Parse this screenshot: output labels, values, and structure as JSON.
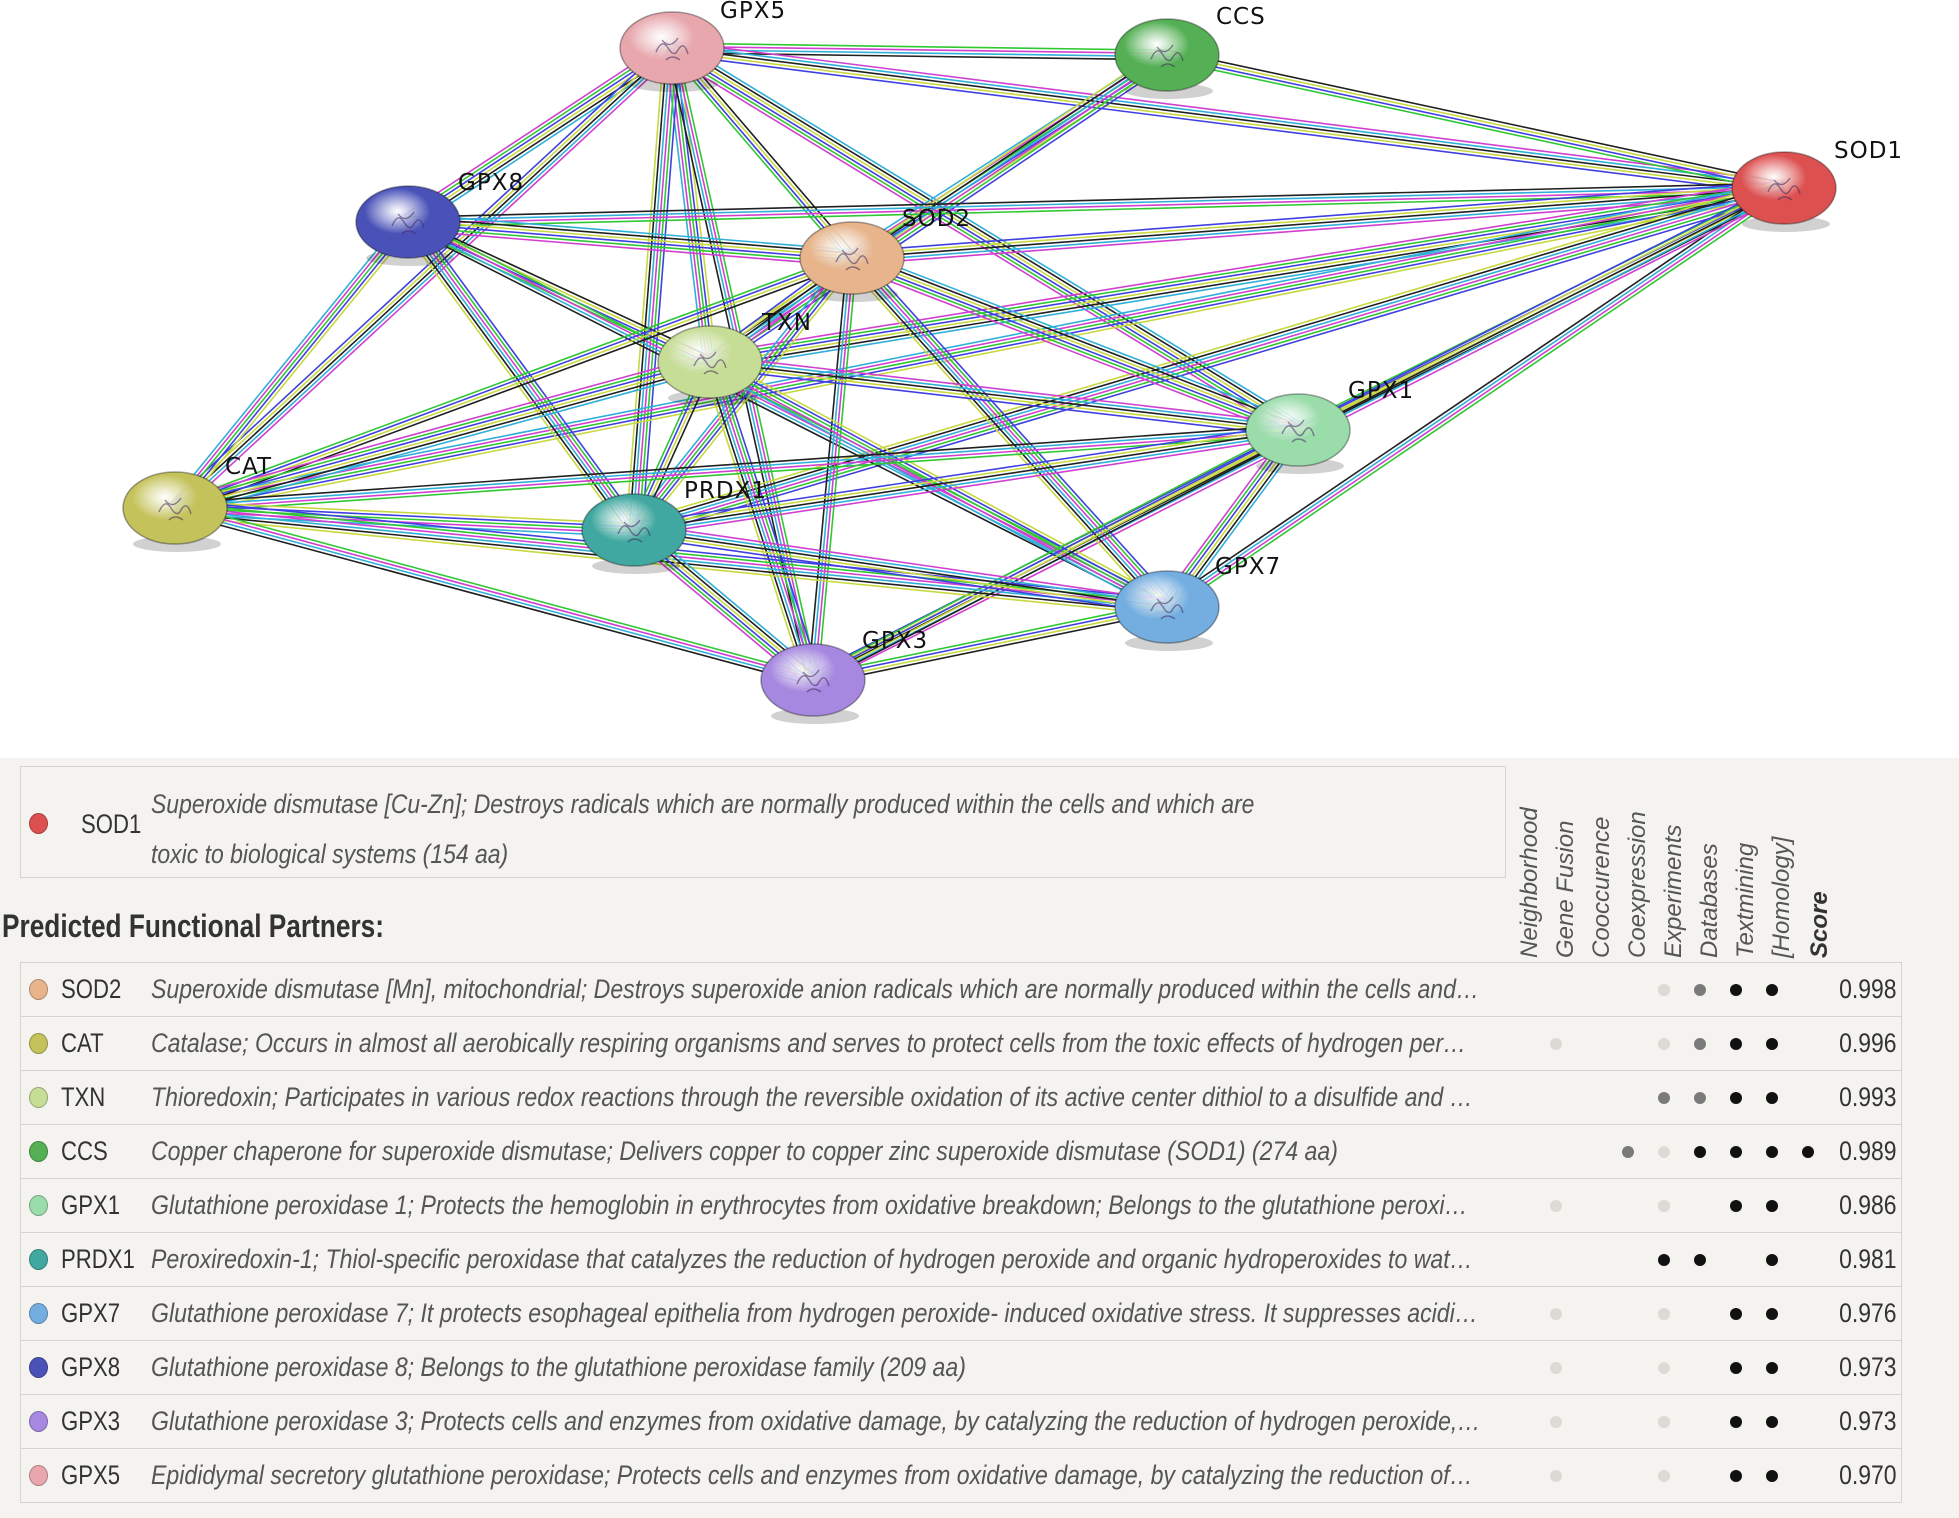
{
  "network": {
    "nodes": [
      {
        "id": "GPX5",
        "label": "GPX5",
        "color": "#e7a7ad"
      },
      {
        "id": "CCS",
        "label": "CCS",
        "color": "#55b055"
      },
      {
        "id": "SOD1",
        "label": "SOD1",
        "color": "#dd5050"
      },
      {
        "id": "GPX8",
        "label": "GPX8",
        "color": "#4a52b8"
      },
      {
        "id": "SOD2",
        "label": "SOD2",
        "color": "#e7b48b"
      },
      {
        "id": "TXN",
        "label": "TXN",
        "color": "#c6dd96"
      },
      {
        "id": "GPX1",
        "label": "GPX1",
        "color": "#9adcaa"
      },
      {
        "id": "CAT",
        "label": "CAT",
        "color": "#c4c25a"
      },
      {
        "id": "PRDX1",
        "label": "PRDX1",
        "color": "#40a8a0"
      },
      {
        "id": "GPX7",
        "label": "GPX7",
        "color": "#74aee0"
      },
      {
        "id": "GPX3",
        "label": "GPX3",
        "color": "#a688e0"
      }
    ],
    "edges": [
      [
        "GPX5",
        "CCS"
      ],
      [
        "GPX5",
        "SOD1"
      ],
      [
        "GPX5",
        "GPX8"
      ],
      [
        "GPX5",
        "SOD2"
      ],
      [
        "GPX5",
        "TXN"
      ],
      [
        "GPX5",
        "PRDX1"
      ],
      [
        "GPX5",
        "GPX3"
      ],
      [
        "GPX5",
        "CAT"
      ],
      [
        "GPX5",
        "GPX1"
      ],
      [
        "CCS",
        "SOD1"
      ],
      [
        "CCS",
        "SOD2"
      ],
      [
        "CCS",
        "TXN"
      ],
      [
        "SOD1",
        "GPX8"
      ],
      [
        "SOD1",
        "SOD2"
      ],
      [
        "SOD1",
        "TXN"
      ],
      [
        "SOD1",
        "GPX1"
      ],
      [
        "SOD1",
        "CAT"
      ],
      [
        "SOD1",
        "PRDX1"
      ],
      [
        "SOD1",
        "GPX7"
      ],
      [
        "SOD1",
        "GPX3"
      ],
      [
        "GPX8",
        "SOD2"
      ],
      [
        "GPX8",
        "TXN"
      ],
      [
        "GPX8",
        "CAT"
      ],
      [
        "GPX8",
        "PRDX1"
      ],
      [
        "GPX8",
        "GPX7"
      ],
      [
        "SOD2",
        "TXN"
      ],
      [
        "SOD2",
        "GPX1"
      ],
      [
        "SOD2",
        "CAT"
      ],
      [
        "SOD2",
        "PRDX1"
      ],
      [
        "SOD2",
        "GPX7"
      ],
      [
        "SOD2",
        "GPX3"
      ],
      [
        "TXN",
        "GPX1"
      ],
      [
        "TXN",
        "CAT"
      ],
      [
        "TXN",
        "PRDX1"
      ],
      [
        "TXN",
        "GPX7"
      ],
      [
        "TXN",
        "GPX3"
      ],
      [
        "GPX1",
        "CAT"
      ],
      [
        "GPX1",
        "PRDX1"
      ],
      [
        "GPX1",
        "GPX7"
      ],
      [
        "GPX1",
        "GPX3"
      ],
      [
        "CAT",
        "PRDX1"
      ],
      [
        "CAT",
        "GPX7"
      ],
      [
        "CAT",
        "GPX3"
      ],
      [
        "PRDX1",
        "GPX7"
      ],
      [
        "PRDX1",
        "GPX3"
      ],
      [
        "GPX7",
        "GPX3"
      ]
    ],
    "evidence_colors": [
      "#2fc832",
      "#d040d0",
      "#30b0d8",
      "#202020",
      "#c8d840",
      "#4040e0"
    ]
  },
  "query": {
    "name": "SOD1",
    "color": "#dd5050",
    "description": "Superoxide dismutase [Cu-Zn]; Destroys radicals which are normally produced within the cells and which are toxic to biological systems (154 aa)"
  },
  "section_title": "Predicted Functional Partners:",
  "columns": [
    "Neighborhood",
    "Gene Fusion",
    "Cooccurence",
    "Coexpression",
    "Experiments",
    "Databases",
    "Textmining",
    "[Homology]",
    "Score"
  ],
  "partners": [
    {
      "name": "SOD2",
      "color": "#e7b48b",
      "description": "Superoxide dismutase [Mn], mitochondrial; Destroys superoxide anion radicals which are normally produced within the cells and…",
      "evidence": [
        0,
        0,
        0,
        1,
        2,
        3,
        3,
        0
      ],
      "score": "0.998"
    },
    {
      "name": "CAT",
      "color": "#c4c25a",
      "description": "Catalase; Occurs in almost all aerobically respiring organisms and serves to protect cells from the toxic effects of hydrogen per…",
      "evidence": [
        1,
        0,
        0,
        1,
        2,
        3,
        3,
        0
      ],
      "score": "0.996"
    },
    {
      "name": "TXN",
      "color": "#c6dd96",
      "description": "Thioredoxin; Participates in various redox reactions through the reversible oxidation of its active center dithiol to a disulfide and …",
      "evidence": [
        0,
        0,
        0,
        2,
        2,
        3,
        3,
        0
      ],
      "score": "0.993"
    },
    {
      "name": "CCS",
      "color": "#55b055",
      "description": "Copper chaperone for superoxide dismutase; Delivers copper to copper zinc superoxide dismutase (SOD1) (274 aa)",
      "evidence": [
        0,
        0,
        2,
        1,
        3,
        3,
        3,
        3
      ],
      "score": "0.989"
    },
    {
      "name": "GPX1",
      "color": "#9adcaa",
      "description": "Glutathione peroxidase 1; Protects the hemoglobin in erythrocytes from oxidative breakdown; Belongs to the glutathione peroxi…",
      "evidence": [
        1,
        0,
        0,
        1,
        0,
        3,
        3,
        0
      ],
      "score": "0.986"
    },
    {
      "name": "PRDX1",
      "color": "#40a8a0",
      "description": "Peroxiredoxin-1; Thiol-specific peroxidase that catalyzes the reduction of hydrogen peroxide and organic hydroperoxides to wat…",
      "evidence": [
        0,
        0,
        0,
        3,
        3,
        0,
        3,
        0
      ],
      "score": "0.981"
    },
    {
      "name": "GPX7",
      "color": "#74aee0",
      "description": "Glutathione peroxidase 7; It protects esophageal epithelia from hydrogen peroxide- induced oxidative stress. It suppresses acidi…",
      "evidence": [
        1,
        0,
        0,
        1,
        0,
        3,
        3,
        0
      ],
      "score": "0.976"
    },
    {
      "name": "GPX8",
      "color": "#4a52b8",
      "description": "Glutathione peroxidase 8; Belongs to the glutathione peroxidase family (209 aa)",
      "evidence": [
        1,
        0,
        0,
        1,
        0,
        3,
        3,
        0
      ],
      "score": "0.973"
    },
    {
      "name": "GPX3",
      "color": "#a688e0",
      "description": "Glutathione peroxidase 3; Protects cells and enzymes from oxidative damage, by catalyzing the reduction of hydrogen peroxide,…",
      "evidence": [
        1,
        0,
        0,
        1,
        0,
        3,
        3,
        0
      ],
      "score": "0.973"
    },
    {
      "name": "GPX5",
      "color": "#e7a7ad",
      "description": "Epididymal secretory glutathione peroxidase; Protects cells and enzymes from oxidative damage, by catalyzing the reduction of…",
      "evidence": [
        1,
        0,
        0,
        1,
        0,
        3,
        3,
        0
      ],
      "score": "0.970"
    }
  ]
}
